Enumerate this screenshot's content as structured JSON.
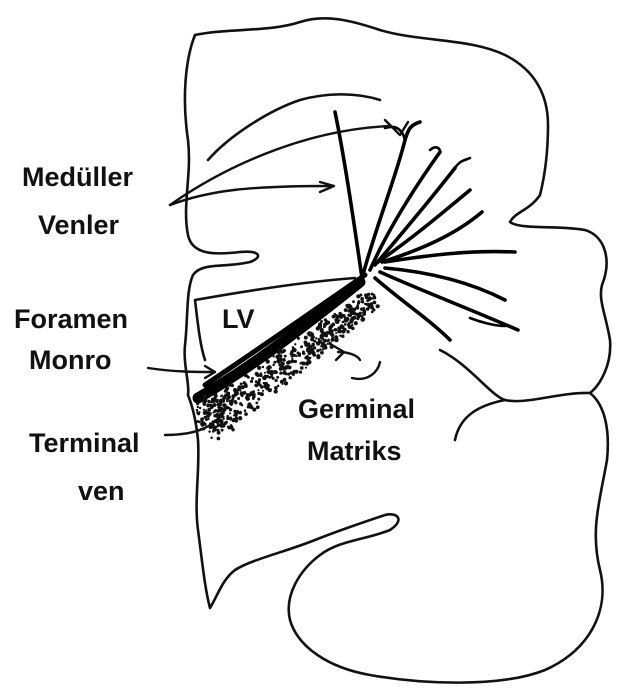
{
  "labels": {
    "medullary_line1": "Medüller",
    "medullary_line2": "Venler",
    "lv": "LV",
    "foramen_line1": "Foramen",
    "foramen_line2": "Monro",
    "germinal_line1": "Germinal",
    "germinal_line2": "Matriks",
    "terminal_line1": "Terminal",
    "terminal_line2": "ven"
  },
  "colors": {
    "ink": "#111111",
    "background": "#ffffff"
  }
}
